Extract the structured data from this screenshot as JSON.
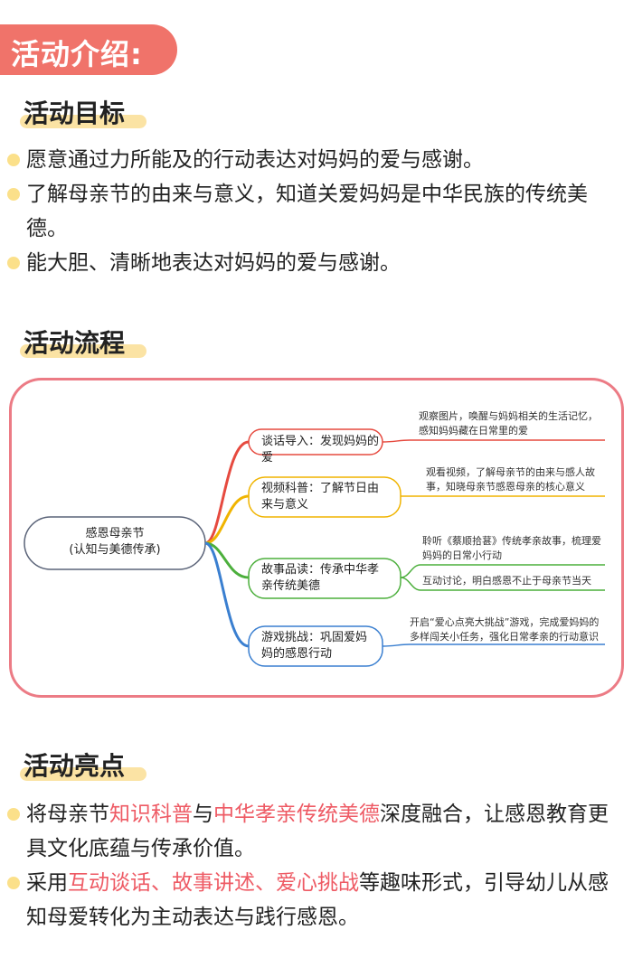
{
  "header": {
    "title": "活动介绍:"
  },
  "goals": {
    "title": "活动目标",
    "items": [
      "愿意通过力所能及的行动表达对妈妈的爱与感谢。",
      "了解母亲节的由来与意义，知道关爱妈妈是中华民族的传统美德。",
      "能大胆、清晰地表达对妈妈的爱与感谢。"
    ]
  },
  "process": {
    "title": "活动流程",
    "mindmap": {
      "root_line1": "感恩母亲节",
      "root_line2": "(认知与美德传承)",
      "branches": [
        {
          "label": "谈话导入：发现妈妈的爱",
          "color": "#e64a3f",
          "leaves": [
            "观察图片，唤醒与妈妈相关的生活记忆，感知妈妈藏在日常里的爱"
          ]
        },
        {
          "label": "视频科普：了解节日由来与意义",
          "color": "#f0b400",
          "leaves": [
            "观看视频，了解母亲节的由来与感人故事，知晓母亲节感恩母亲的核心意义"
          ]
        },
        {
          "label": "故事品读：传承中华孝亲传统美德",
          "color": "#4caf3c",
          "leaves": [
            "聆听《蔡顺拾葚》传统孝亲故事，梳理爱妈妈的日常小行动",
            "互动讨论，明白感恩不止于母亲节当天"
          ]
        },
        {
          "label": "游戏挑战：巩固爱妈妈的感恩行动",
          "color": "#3a7fd0",
          "leaves": [
            "开启“爱心点亮大挑战”游戏，完成爱妈妈的多样闯关小任务，强化日常孝亲的行动意识"
          ]
        }
      ]
    }
  },
  "highlights": {
    "title": "活动亮点",
    "item1": {
      "p1": "将母亲节",
      "h1": "知识科普",
      "p2": "与",
      "h2": "中华孝亲传统美德",
      "p3": "深度融合，让感恩教育更具文化底蕴与传承价值。"
    },
    "item2": {
      "p1": "采用",
      "h1": "互动谈话、故事讲述、爱心挑战",
      "p2": "等趣味形式，引导幼儿从感知母爱转化为主动表达与践行感恩。"
    }
  },
  "colors": {
    "banner": "#f0736a",
    "highlight_band": "#fbe3a4",
    "bullet": "#fbe08a",
    "accent_text": "#ee5a64",
    "frame": "#ec7b85"
  }
}
